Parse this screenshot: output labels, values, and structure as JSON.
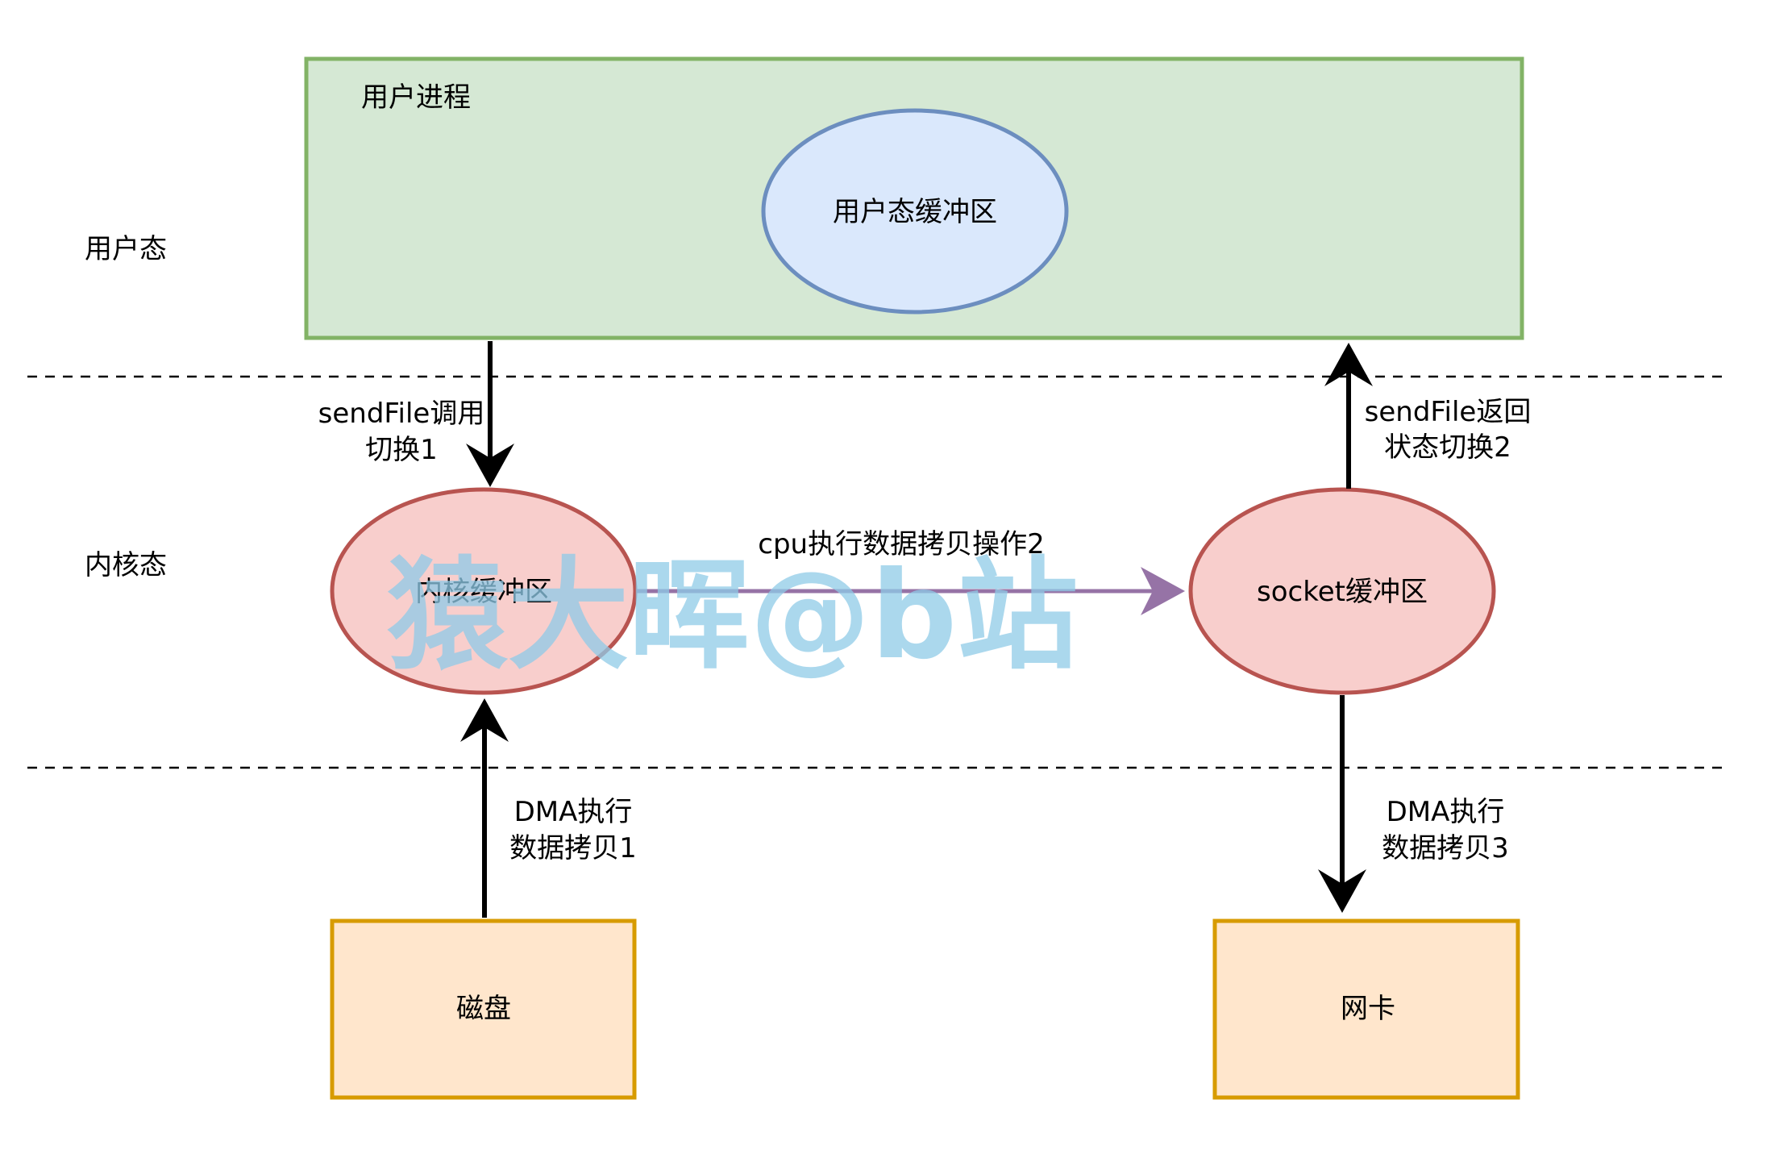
{
  "zones": {
    "user_mode": "用户态",
    "kernel_mode": "内核态"
  },
  "user_process": {
    "title": "用户进程",
    "buffer": "用户态缓冲区"
  },
  "kernel_buffer": "内核缓冲区",
  "socket_buffer": "socket缓冲区",
  "disk": "磁盘",
  "nic": "网卡",
  "arrows": {
    "sendfile_call": [
      "sendFile调用",
      "切换1"
    ],
    "sendfile_return": [
      "sendFile返回",
      "状态切换2"
    ],
    "cpu_copy": "cpu执行数据拷贝操作2",
    "dma_copy_1": [
      "DMA执行",
      "数据拷贝1"
    ],
    "dma_copy_3": [
      "DMA执行",
      "数据拷贝3"
    ]
  },
  "watermark": "猿大晖@b站",
  "colors": {
    "process_fill": "#d5e8d4",
    "process_stroke": "#82b366",
    "user_buf_fill": "#dae8fc",
    "user_buf_stroke": "#6c8ebf",
    "kernel_fill": "#f8cecc",
    "kernel_stroke": "#b85450",
    "device_fill": "#ffe6cc",
    "device_stroke": "#d79b00",
    "cpu_arrow": "#9673a6"
  }
}
